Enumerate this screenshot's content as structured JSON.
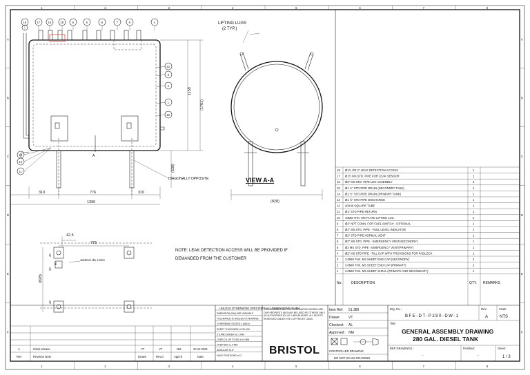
{
  "title_block": {
    "general_notes": "UNLESS OTHERWISE SPECIFIED ALL DIMENSIONS IN MM",
    "disclaimer": "THIS DRAWING AND THE INFORMATION HEREIN ARE OUR PROPERTY AND MAY BE USED BY OTHERS ONLY AS AUTHORIZED BY US. UNPUBLISHED. ALL RIGHTS RESERVED UNDER THE COPYRIGHT LAWS.",
    "item_ref_label": "Item Ref:",
    "item_ref_value": "51.380",
    "drawn_label": "Drawn:",
    "drawn_value": "VT",
    "checked_label": "Checked:",
    "checked_value": "AL",
    "approved_label": "Approved:",
    "approved_value": "NM",
    "drg_no_label": "Drg. No.:",
    "drg_no": "BFE-DT-P280-DW-1",
    "rev_label": "Rev.:",
    "rev_value": "A",
    "scale_label": "Scale:",
    "scale_value": "NTS",
    "title_label": "Title:",
    "title_line1": "GENERAL ASSEMBLY DRAWING",
    "title_line2": "280 GAL. DIESEL TANK",
    "ref_drgs_label": "REF DRAWINGS :",
    "ref_drgs_value": "-",
    "finished_label": "Finished:",
    "finished_value": "-",
    "sheet_label": "Sheet:",
    "sheet_value": "1 / 3",
    "company": "BRISTOL",
    "controlled": "CONTROLLED DRAWING",
    "do_not_scale": "DO NOT SCALE DRAWING",
    "tolerances": [
      "DIMENSION (MM) ARE VARIABLE",
      "TOLERANCE IS UNLESS OTHERWISE",
      "OTHERWISE STATED ± (MAX)",
      "SHEET THICKNESS  ±0.30 MM",
      "0.5 AND UNDER  ±0.1 MM",
      "OVER 0.5 UP TO 500  ±0.5 MM",
      "OVER 500  ±1.0 MM",
      "ANGULAR  ±0.5°",
      "HOLE POSITIONS  ±0.2"
    ]
  },
  "revision": {
    "rev": "A",
    "note": "Initial release",
    "drawn": "VT",
    "revd": "VT",
    "apprd": "NM",
    "date": "20.12.2021",
    "headers": [
      "Rev",
      "Revision Note",
      "Drawn",
      "Rev'd",
      "Appr'd",
      "Date"
    ]
  },
  "parts_list": {
    "headers": {
      "no": "No.",
      "description": "DESCRIPTION",
      "qty": "QTY.",
      "remarks": "REMARKS"
    },
    "rows": [
      {
        "no": "18",
        "description": "Ø1½ OR 2\" LEAK DETECTION ACCESS",
        "qty": "1"
      },
      {
        "no": "17",
        "description": "Ø1½ MS STD. PIPE FOR LEAK SENSOR",
        "qty": "1"
      },
      {
        "no": "16",
        "description": "Ø2\" MS STD. PIPE LEG ASSEMBLY",
        "qty": "4"
      },
      {
        "no": "15",
        "description": "Ø1 ½\" STD PIPE DRAIN (SECONDRY TANK)",
        "qty": "1"
      },
      {
        "no": "14",
        "description": "Ø1 ½\" STD PIPE DRAIN (PRIMARY TANK)",
        "qty": "1"
      },
      {
        "no": "13",
        "description": "Ø1 ½\" STD PIPE DISCHARGE",
        "qty": "1"
      },
      {
        "no": "12",
        "description": "40X40 SQUARE TUBE",
        "qty": "1"
      },
      {
        "no": "11",
        "description": "Ø1\" STD PIPE RETURN",
        "qty": "1"
      },
      {
        "no": "10",
        "description": "10MM THK. MS PLATE LIFTING LUG",
        "qty": "2"
      },
      {
        "no": "9",
        "description": "Ø2\" NPT CONN. FOR FUEL SWITCH - OPTIONAL",
        "qty": "1"
      },
      {
        "no": "8",
        "description": "Ø2\" MS STD. PIPE - FUEL LEVEL INDICATOR",
        "qty": "1"
      },
      {
        "no": "7",
        "description": "Ø2\" STD PIPE NORMAL VENT",
        "qty": "1"
      },
      {
        "no": "6",
        "description": "Ø3\" MS STD. PIPE - EMERGENCY VENT(SECONDRY)",
        "qty": "1"
      },
      {
        "no": "5",
        "description": "Ø3 MS STD. PIPE - EMERGENCY VENT(PRIMARY)",
        "qty": "1"
      },
      {
        "no": "4",
        "description": "Ø2\" MS STD PIPE - FILL CAP WITH PROVISIONS FOR PADLOCK",
        "qty": "1"
      },
      {
        "no": "3",
        "description": "3.0MM THK. MS SHEET END CAP (SECONDRY)",
        "qty": "2"
      },
      {
        "no": "2",
        "description": "3.0MM THK. MS SHEET END CAP (PRIMARY)",
        "qty": "2"
      },
      {
        "no": "1",
        "description": "3.0MM THK. MS SHEET SHELL (PRIMARY AND SECONDARY)",
        "qty": "1"
      }
    ]
  },
  "drawing": {
    "lifting_lugs_line1": "LIFTING LUGS",
    "lifting_lugs_line2": "(2 TYP.)",
    "view_label": "VIEW A-A",
    "section_mark": "A",
    "diagonally_opposite": "DIAGONALLY OPPOSITE",
    "note_line1": "NOTE:  LEAK DETECTION ACCESS WILL BE PROVIDED IF",
    "note_line2": "DEMANDED FROM THE CUSTOMER",
    "holes_label": "4x25mm dia. Holes",
    "dims": {
      "d310a": "310",
      "d776": "776",
      "d310b": "310",
      "d1396": "1396",
      "d1159": "1159",
      "d1761": "(1761)",
      "d630": "(630)",
      "d828": "(828)",
      "d42_5": "42.5",
      "d776b": "776",
      "d828b": "(828)",
      "d40a": "40",
      "d22": "22",
      "d90": "90",
      "d40b": "40"
    },
    "balloons_top": [
      "18",
      "17",
      "16",
      "15",
      "6",
      "5",
      "8",
      "7",
      "9",
      "4"
    ],
    "balloons_right": [
      "12",
      "3",
      "2",
      "1",
      "10"
    ],
    "balloons_left": [
      "13",
      "14",
      "11"
    ]
  },
  "border": {
    "cols": [
      "1",
      "2",
      "3",
      "4",
      "5",
      "6",
      "7",
      "8"
    ],
    "rows": [
      "A",
      "B",
      "C",
      "D",
      "E",
      "F"
    ]
  }
}
